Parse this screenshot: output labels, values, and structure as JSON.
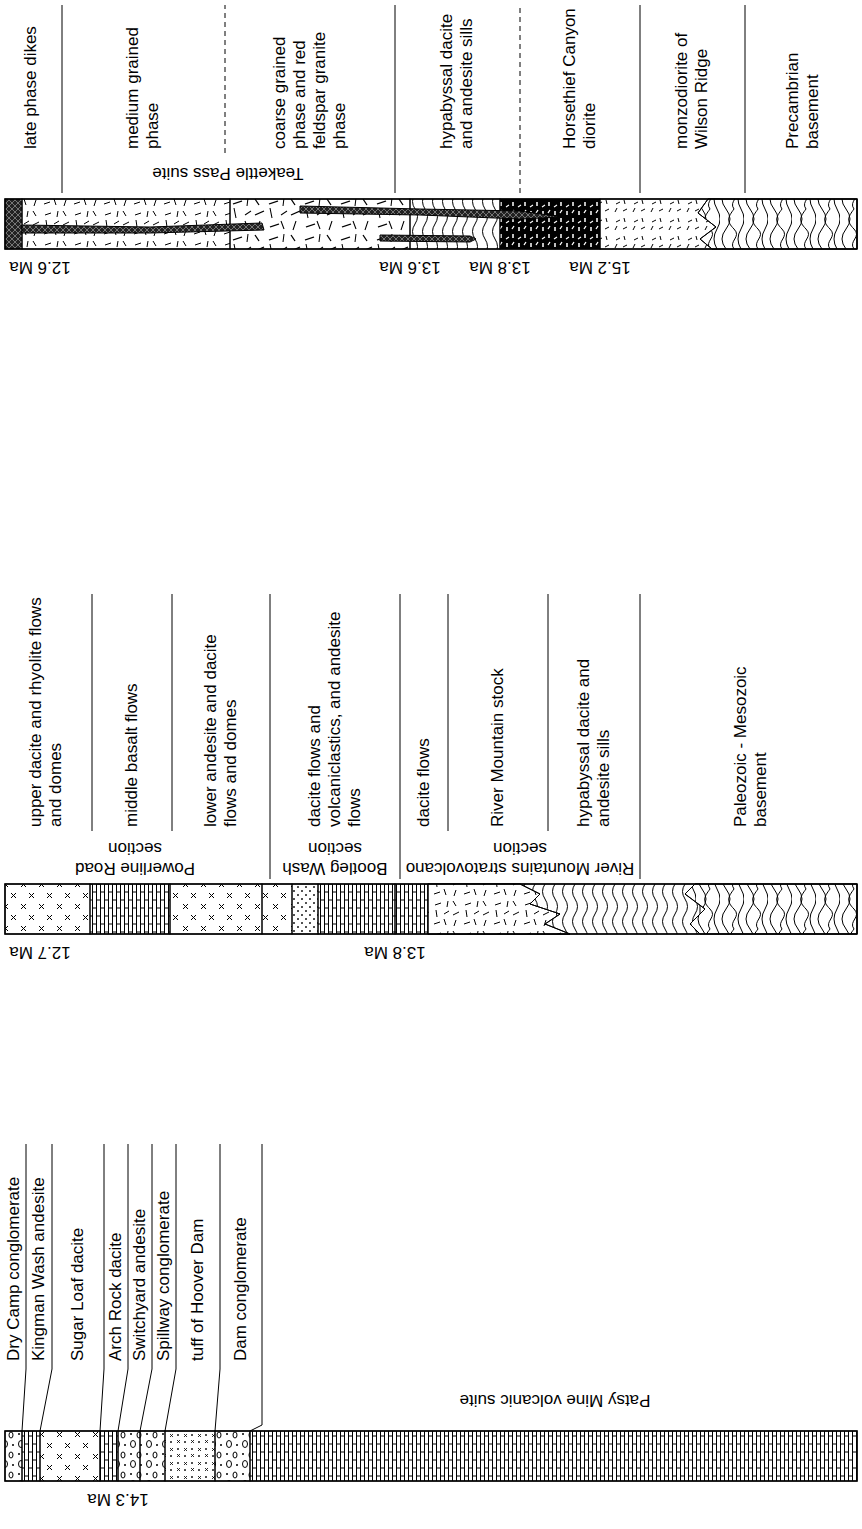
{
  "diagram": {
    "labels": [
      "late phase dikes",
      "medium grained phase",
      "coarse grained phase and red feldspar granite phase",
      "Teakettle Pass suite",
      "hypabyssal dacite and andesite sills",
      "Horsethief Canyon diorite",
      "monzodiorite of Wilson Ridge",
      "Precambrian basement",
      "12.6 Ma",
      "13.6 Ma",
      "13.8 Ma",
      "15.2 Ma",
      "upper dacite and rhyolite flows and domes",
      "middle basalt flows",
      "lower andesite and dacite flows and domes",
      "Powerline Road section",
      "dacite flows and volcaniclastics, and andesite flows",
      "Bootleg Wash section",
      "dacite flows",
      "River Mountain stock",
      "hypabyssal dacite and andesite sills",
      "River Mountains stratovolcano section",
      "Paleozoic - Mesozoic basement",
      "12.7 Ma",
      "13.8 Ma",
      "Dry Camp conglomerate",
      "Kingman Wash andesite",
      "Sugar Loaf dacite",
      "Arch Rock dacite",
      "Switchyard andesite",
      "Spillway conglomerate",
      "tuff of Hoover Dam",
      "Dam conglomerate",
      "Patsy Mine volcanic suite",
      "14.3 Ma"
    ]
  }
}
